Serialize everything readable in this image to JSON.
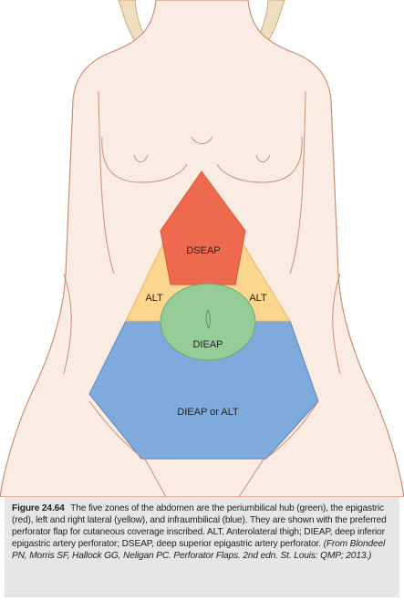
{
  "colors": {
    "skin": "#fbece3",
    "outline": "#c98f74",
    "hair": "#efdfc0",
    "hair_outline": "#c8aa7a",
    "epigastric_red": "#ee6a4f",
    "lateral_yellow": "#fbd68e",
    "periumbilical_green": "#95cc98",
    "infraumbilical_blue": "#7eaadc",
    "caption_background": "#e6e6e6"
  },
  "zones": {
    "epigastric": "DSEAP",
    "left_lateral": "ALT",
    "right_lateral": "ALT",
    "periumbilical": "DIEAP",
    "infraumbilical": "DIEAP or ALT"
  },
  "caption": {
    "figure_label": "Figure 24.64",
    "text": "The five zones of the abdomen are the periumbilical hub (green), the epigastric (red), left and right lateral (yellow), and infraumbilical (blue). They are shown with the preferred perforator flap for cutaneous coverage inscribed. ALT, Anterolateral thigh; DIEAP, deep inferior epigastric artery perforator; DSEAP, deep superior epigastric artery perforator.",
    "citation": "(From Blondeel PN, Morris SF, Hallock GG, Neligan PC. Perforator Flaps. 2nd edn. St. Louis: QMP; 2013.)"
  }
}
